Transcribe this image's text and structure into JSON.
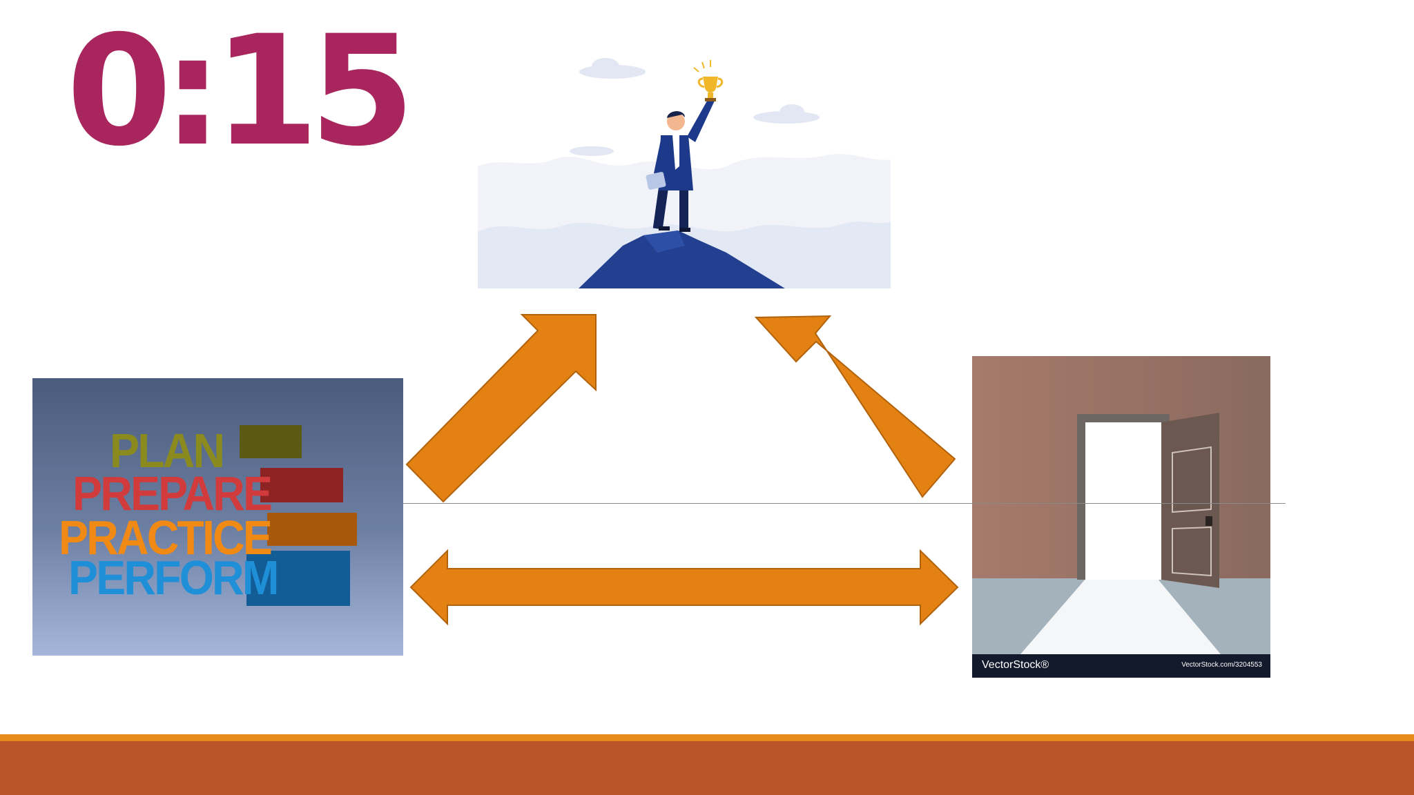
{
  "slide": {
    "timer": "0:15",
    "plan_words": [
      "PLAN",
      "PREPARE",
      "PRACTICE",
      "PERFORM"
    ],
    "door_watermark": {
      "brand": "VectorStock®",
      "url": "VectorStock.com/3204553"
    }
  },
  "colors": {
    "timer": "#a8255e",
    "arrow_fill": "#e38113",
    "arrow_stroke": "#b0620c",
    "footer_stripe": "#e8891b",
    "footer_bar": "#ba552a",
    "plan": "#8a8a1e",
    "prepare": "#d13b3b",
    "practice": "#f08a14",
    "perform": "#1f8fd8"
  },
  "icons": [
    "trophy-icon",
    "briefcase-icon"
  ]
}
